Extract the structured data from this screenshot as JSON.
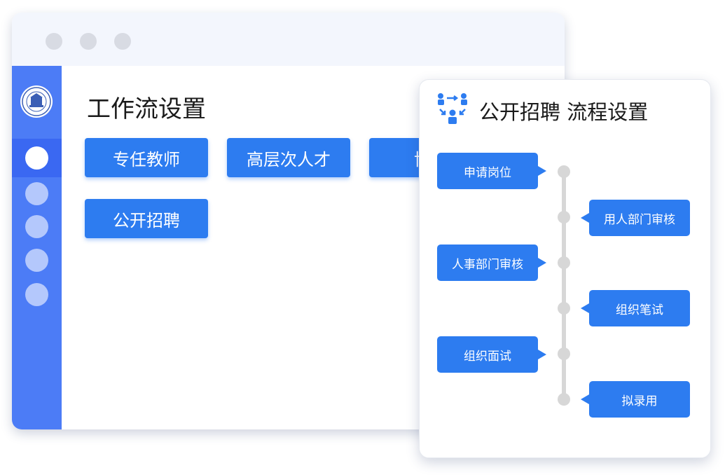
{
  "window": {
    "title": "工作流设置",
    "categories": [
      {
        "label": "专任教师"
      },
      {
        "label": "高层次人才"
      },
      {
        "label": "博士"
      },
      {
        "label": "公开招聘"
      }
    ]
  },
  "sidebar": {
    "logo": "university-seal-logo",
    "items": 5,
    "active_index": 0
  },
  "card": {
    "icon": "workflow-people-icon",
    "title": "公开招聘 流程设置",
    "steps": [
      {
        "label": "申请岗位",
        "side": "left"
      },
      {
        "label": "用人部门审核",
        "side": "right"
      },
      {
        "label": "人事部门审核",
        "side": "left"
      },
      {
        "label": "组织笔试",
        "side": "right"
      },
      {
        "label": "组织面试",
        "side": "left"
      },
      {
        "label": "拟录用",
        "side": "right"
      }
    ]
  },
  "colors": {
    "accent": "#2d7cf0",
    "sidebar": "#4c7cf6",
    "sidebar_active": "#3a68f2",
    "titlebar": "#f3f6fd",
    "timeline": "#d7d7d7"
  }
}
